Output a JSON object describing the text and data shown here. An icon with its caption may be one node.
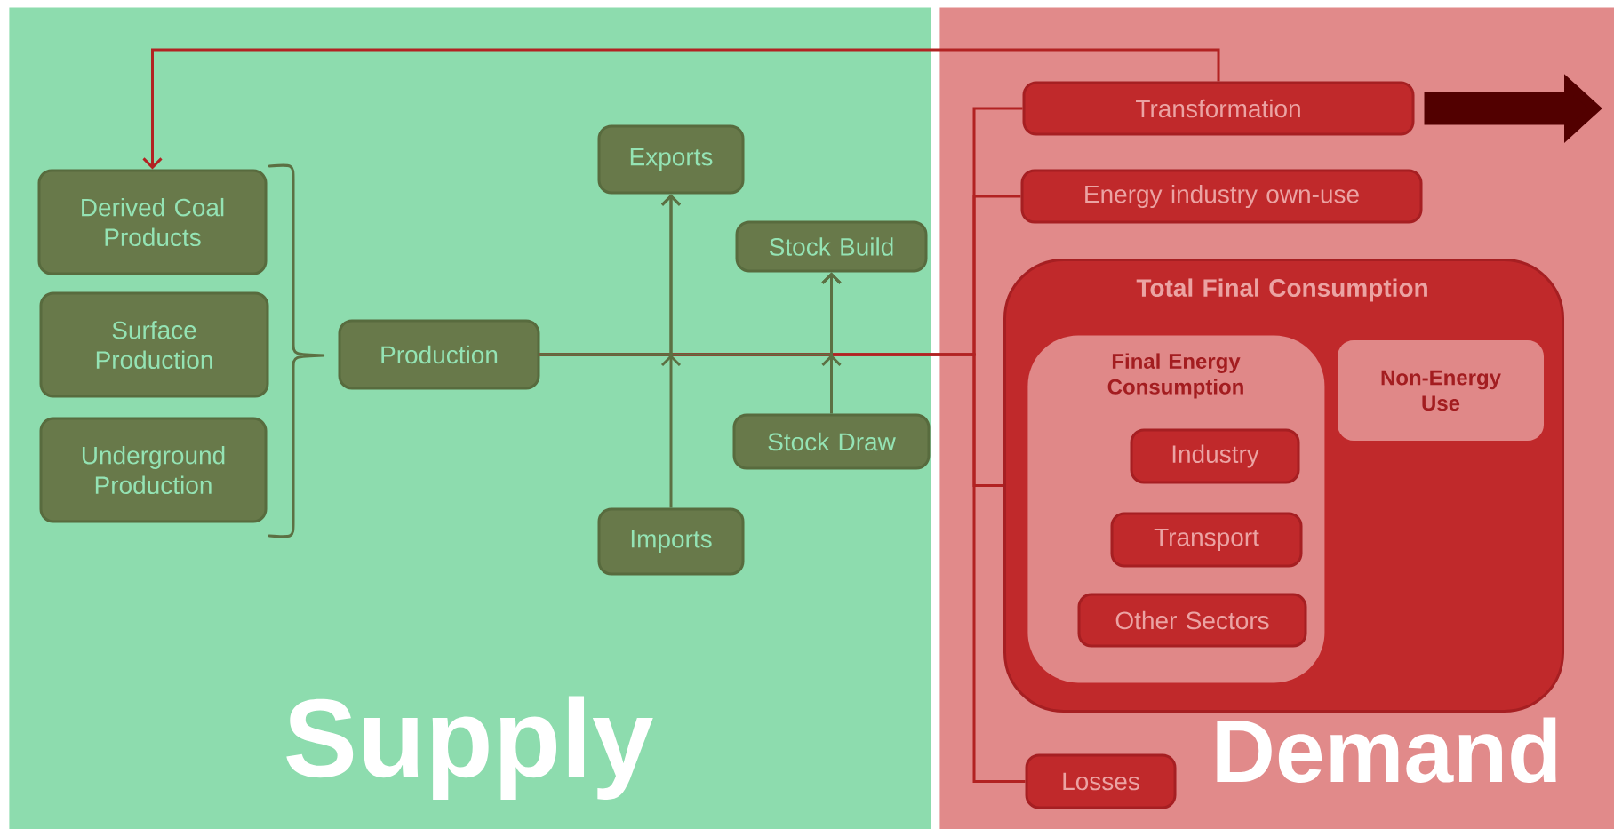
{
  "diagram": {
    "nodes": [
      {
        "text": [
          "Supply"
        ]
      },
      {
        "text": [
          "Derived Coal Products"
        ],
        "in": 0
      },
      {
        "text": [
          "Surface Production"
        ],
        "in": 0
      },
      {
        "text": [
          "Underground Production"
        ],
        "in": 0
      },
      {
        "text": [
          "Production"
        ],
        "in": 0
      },
      {
        "text": [
          "Exports"
        ],
        "in": 0
      },
      {
        "text": [
          "Stock Build"
        ],
        "in": 0
      },
      {
        "text": [
          "Stock Draw"
        ],
        "in": 0
      },
      {
        "text": [
          "Imports"
        ],
        "in": 0
      },
      {
        "text": [
          "Demand"
        ]
      },
      {
        "text": [
          "Transformation"
        ],
        "in": 9
      },
      {
        "text": [
          "Energy industry own-use"
        ],
        "in": 9
      },
      {
        "text": [
          "Total Final Consumption"
        ],
        "in": 9
      },
      {
        "text": [
          "Final Energy Consumption"
        ],
        "in": 12
      },
      {
        "text": [
          "Industry"
        ],
        "in": 13
      },
      {
        "text": [
          "Transport"
        ],
        "in": 13
      },
      {
        "text": [
          "Other Sectors"
        ],
        "in": 13
      },
      {
        "text": [
          "Non-Energy Use"
        ],
        "in": 12
      },
      {
        "text": [
          "Losses"
        ],
        "in": 9
      }
    ],
    "edges": [
      {
        "from": 10,
        "to": 1,
        "arrow": "to",
        "color": "#b22222"
      },
      {
        "from": 4,
        "to": 5,
        "arrow": "to"
      },
      {
        "from": 8,
        "to": 5,
        "arrow": "to"
      },
      {
        "from": 4,
        "to": 6,
        "arrow": "to"
      },
      {
        "from": 7,
        "to": 6,
        "arrow": "to"
      },
      {
        "from": 4,
        "to": 10,
        "arrow": "none",
        "color": "#b22222"
      },
      {
        "from": 4,
        "to": 11,
        "arrow": "none",
        "color": "#b22222"
      },
      {
        "from": 4,
        "to": 12,
        "arrow": "none",
        "color": "#b22222"
      },
      {
        "from": 4,
        "to": 18,
        "arrow": "none",
        "color": "#b22222"
      },
      {
        "from": 10,
        "to": null,
        "arrow": "to",
        "style": "thick",
        "color": "#520000"
      }
    ]
  }
}
